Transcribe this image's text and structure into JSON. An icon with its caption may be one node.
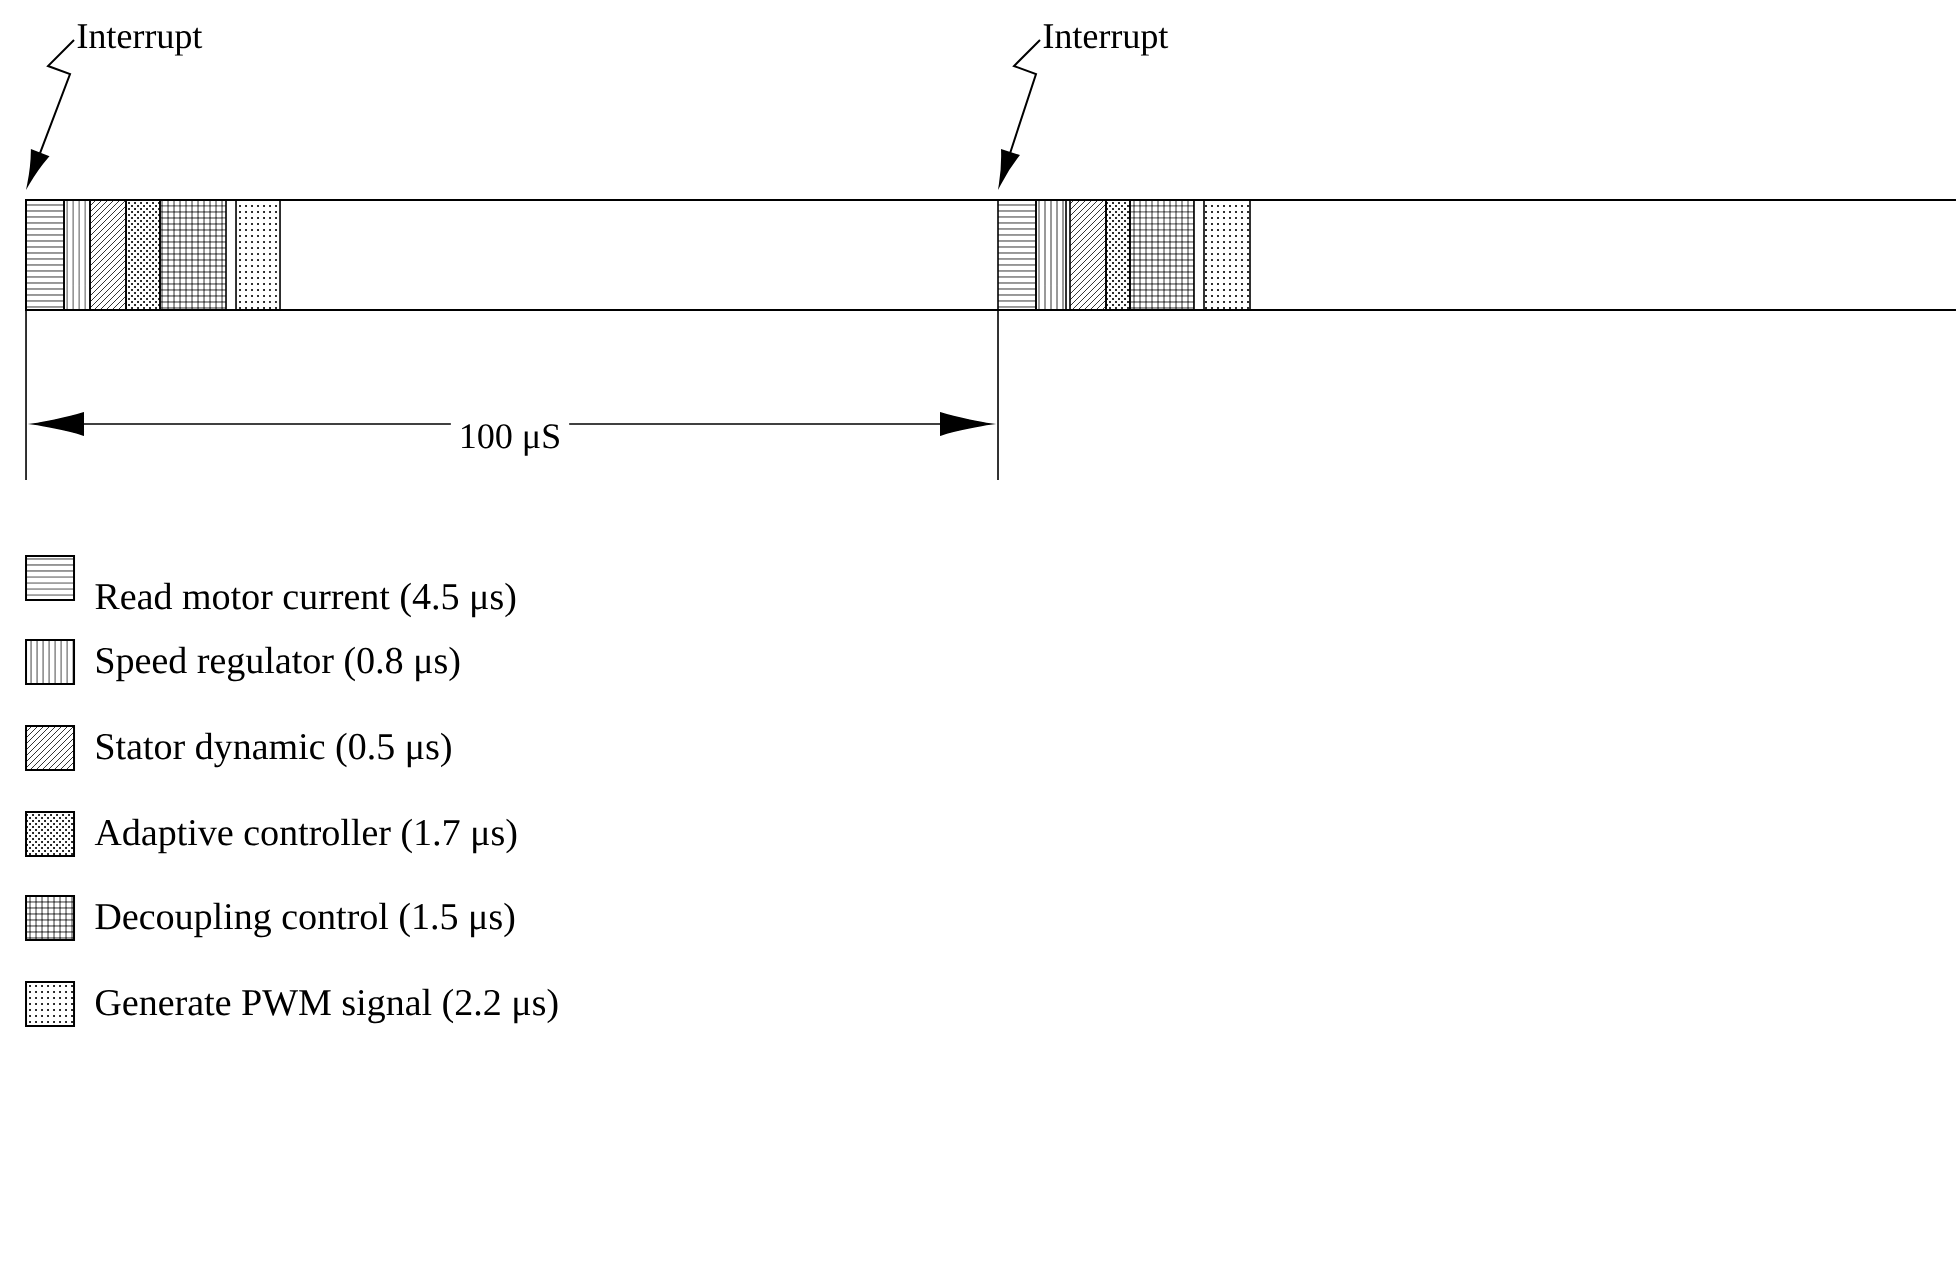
{
  "diagram": {
    "nodes": [
      {
        "text": [
          "Interrupt"
        ]
      },
      {
        "text": [
          "Interrupt"
        ]
      }
    ],
    "edges": [
      {
        "from": 0,
        "to": null,
        "arrow": "to"
      },
      {
        "from": 1,
        "to": null,
        "arrow": "to"
      }
    ],
    "labels": [
      "100 μS"
    ],
    "legend": [
      {
        "text": "Read motor current (4.5 μs)"
      },
      {
        "text": "Speed regulator (0.8 μs)"
      },
      {
        "text": "Stator dynamic (0.5 μs)"
      },
      {
        "text": "Adaptive controller (1.7 μs)"
      },
      {
        "text": "Decoupling control (1.5 μs)"
      },
      {
        "text": "Generate PWM signal (2.2 μs)"
      }
    ]
  }
}
